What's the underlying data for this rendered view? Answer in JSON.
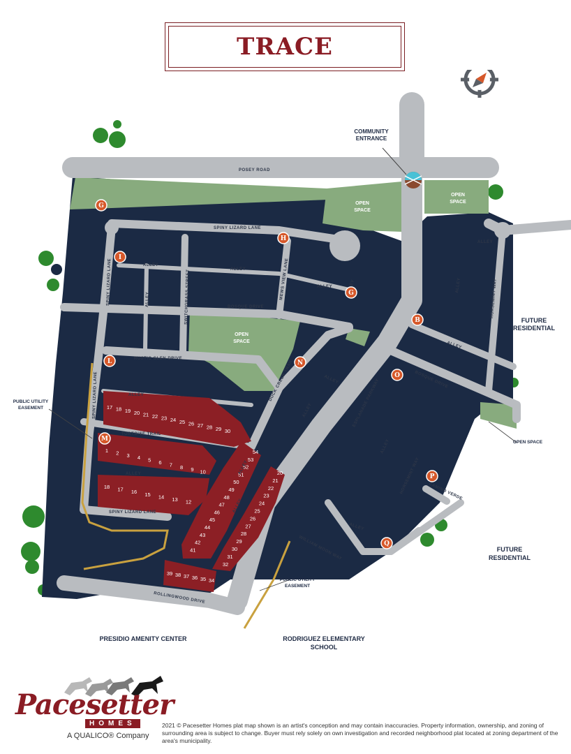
{
  "title": "TRACE",
  "labels": {
    "community_entrance": [
      "COMMUNITY",
      "ENTRANCE"
    ],
    "posey_road": "POSEY ROAD",
    "open_space": "OPEN",
    "open_space_2": "SPACE",
    "open_space_single": "OPEN SPACE",
    "future_residential": [
      "FUTURE",
      "RESIDENTIAL"
    ],
    "public_utility_easement": [
      "PUBLIC UTILITY",
      "EASEMENT"
    ],
    "presidio": "PRESIDIO AMENITY CENTER",
    "rodriguez": [
      "RODRIGUEZ ELEMENTARY",
      "SCHOOL"
    ]
  },
  "streets": {
    "spiny_lizard_lane": "SPINY LIZARD LANE",
    "alley": "ALLEY",
    "switchgrass_street": "SWITCHGRASS STREET",
    "mews_view_lane": "MEWS VIEW LANE",
    "bosque_drive": "BOSQUE DRIVE",
    "rustic_glen_drive": "RUSTIC GLEN DRIVE",
    "duck_creek_trail": "DUCK CREEK TRAIL",
    "esplanade_parkway": "ESPLANADE PARKWAY",
    "horsemint_way": "HORSEMINT WAY",
    "tortoise_trail": "TORTOISE TRAIL",
    "camino_verde": "CAMINO VERDE",
    "william_moon_way": "WILLIAM MOON WAY",
    "rollingwood_drive": "ROLLINGWOOD DRIVE"
  },
  "markers": [
    "G",
    "I",
    "H",
    "G",
    "B",
    "L",
    "N",
    "O",
    "M",
    "P",
    "Q"
  ],
  "lots": {
    "tortoise_north": [
      "17",
      "18",
      "19",
      "20",
      "21",
      "22",
      "23",
      "24",
      "25",
      "26",
      "27",
      "28",
      "29",
      "30"
    ],
    "tortoise_south": [
      "1",
      "2",
      "3",
      "4",
      "5",
      "6",
      "7",
      "8",
      "9",
      "10"
    ],
    "spiny_north": [
      "18",
      "17",
      "16",
      "15",
      "14",
      "13",
      "12"
    ],
    "duck_west": [
      "54",
      "53",
      "52",
      "51",
      "50",
      "49",
      "48",
      "47",
      "46",
      "45",
      "44",
      "43",
      "42",
      "41"
    ],
    "duck_east": [
      "20",
      "21",
      "22",
      "23",
      "24",
      "25",
      "26",
      "27",
      "28",
      "29",
      "30",
      "31",
      "32"
    ],
    "rolling": [
      "39",
      "38",
      "37",
      "36",
      "35",
      "34"
    ]
  },
  "colors": {
    "lot_dark": "#1b2a44",
    "lot_available": "#8c1f25",
    "road": "#b9bcc0",
    "open_space": "#88ab7e",
    "marker": "#d6582a",
    "easement": "#c9a13f"
  },
  "logo": {
    "name": "Pacesetter",
    "homes": "HOMES",
    "tagline": "A QUALICO® Company"
  },
  "disclaimer": "2021 © Pacesetter Homes plat map shown is an artist's conception and may contain inaccuracies. Property information, ownership, and zoning of surrounding area is subject to change. Buyer must rely solely on own investigation and recorded neighborhood plat located at zoning department of the area's municipality.",
  "compass_icon": "compass-north-icon"
}
